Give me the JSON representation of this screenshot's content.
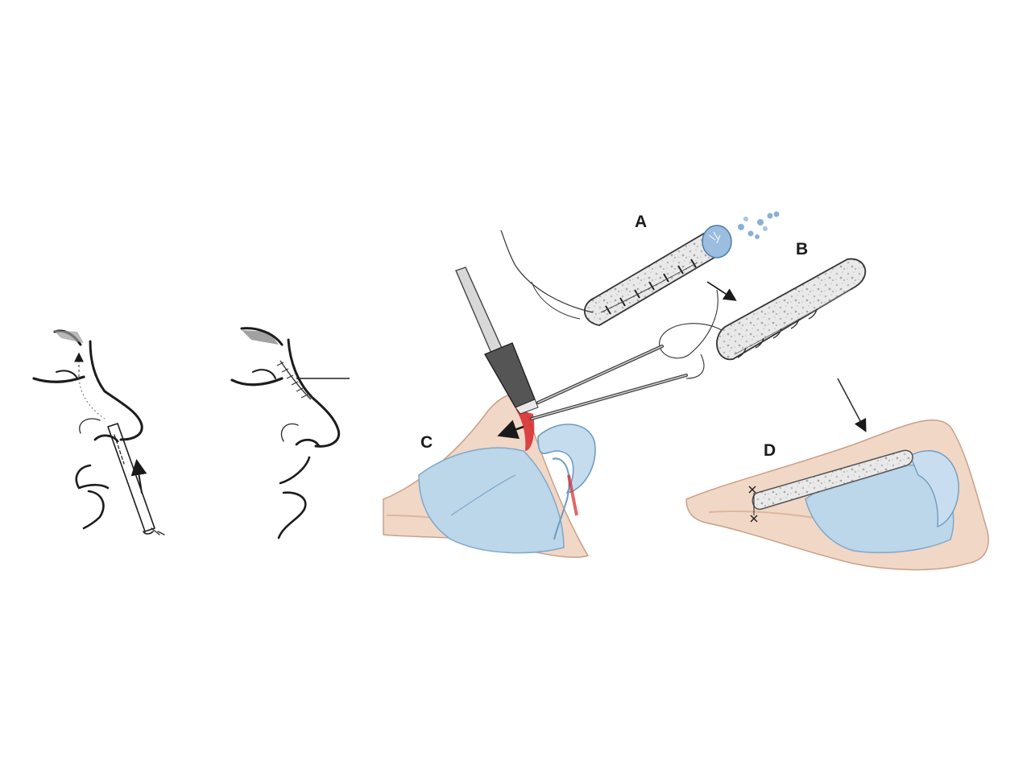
{
  "panels": {
    "a": "A",
    "b": "B",
    "c": "C",
    "d": "D"
  },
  "colors": {
    "background": "#ffffff",
    "skin": "#f1d7c6",
    "skin_dark": "#dfb6a0",
    "cartilage": "#bcd6ea",
    "cartilage_dark": "#7fa8c8",
    "graft": "#e4e4e4",
    "blood": "#d8262a",
    "granules": "#8ab0d8"
  }
}
